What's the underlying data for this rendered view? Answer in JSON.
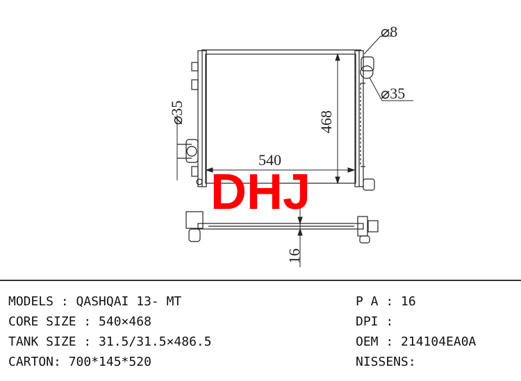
{
  "drawing": {
    "dims": {
      "width": "540",
      "height": "468",
      "inlet": "⌀35",
      "outlet": "⌀35",
      "small_pipe": "⌀8",
      "core_thickness": "16"
    },
    "brand": "DHJ"
  },
  "specs": {
    "models": "MODELS : QASHQAI 13- MT",
    "core_size": "CORE SIZE : 540×468",
    "tank_size": "TANK SIZE : 31.5/31.5×486.5",
    "carton": "CARTON: 700*145*520",
    "pa": "P A : 16",
    "dpi": "DPI :",
    "oem": "OEM : 214104EA0A",
    "nissens": "NISSENS:"
  },
  "colors": {
    "brand": "#ff0000",
    "line": "#222222"
  }
}
